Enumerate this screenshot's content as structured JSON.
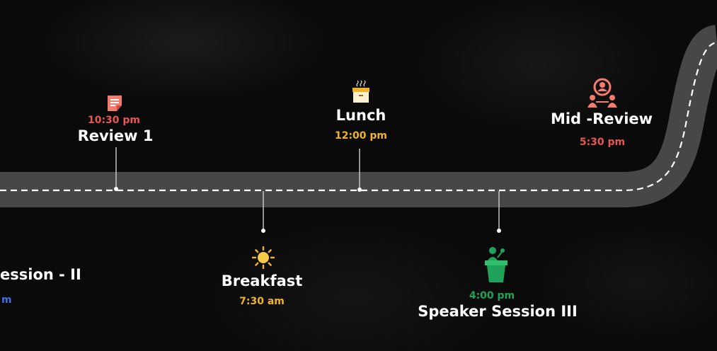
{
  "colors": {
    "background": "#0a0a0a",
    "road": "#474747",
    "road_dash": "#ffffff",
    "red": "#e8574f",
    "salmon": "#f47b6e",
    "yellow": "#f0b429",
    "green": "#1fa35a",
    "blue": "#3d6fe0"
  },
  "events": {
    "review1": {
      "time": "10:30 pm",
      "title": "Review 1",
      "icon": "document-icon"
    },
    "lunch": {
      "time": "12:00 pm",
      "title": "Lunch",
      "icon": "food-box-icon"
    },
    "mid_review": {
      "time": "5:30 pm",
      "title": "Mid -Review",
      "icon": "people-icon"
    },
    "breakfast": {
      "time": "7:30 am",
      "title": "Breakfast",
      "icon": "sun-icon"
    },
    "speaker3": {
      "time": "4:00 pm",
      "title": "Speaker Session III",
      "icon": "podium-icon"
    },
    "speaker2_partial": {
      "title": "ession - II",
      "time": "m"
    }
  }
}
